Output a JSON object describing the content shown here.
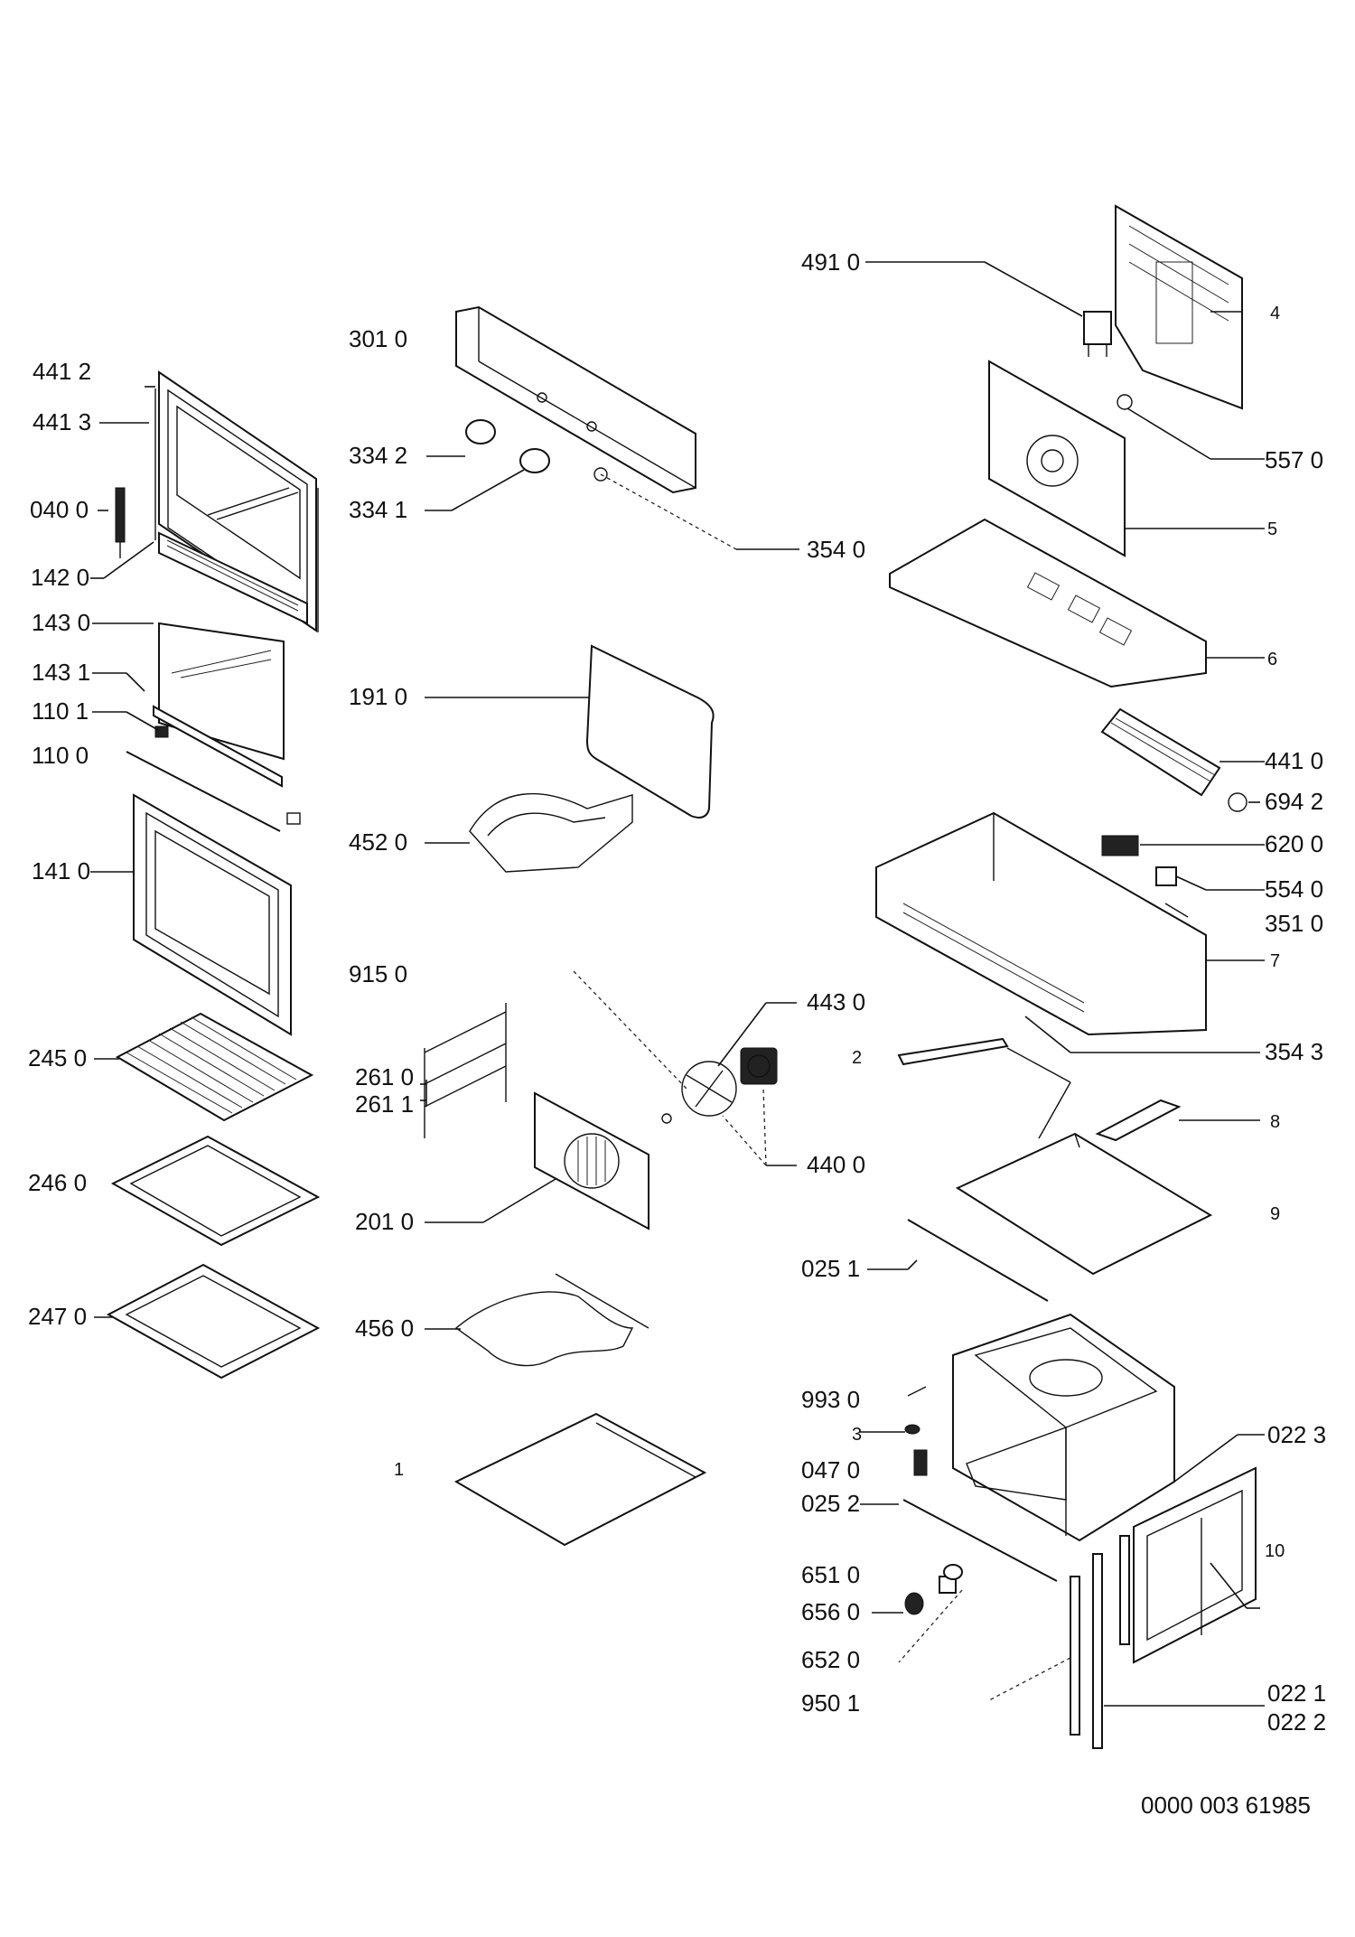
{
  "labels": {
    "l4412": "441 2",
    "l4413": "441 3",
    "l0400": "040 0",
    "l1420": "142 0",
    "l1430": "143 0",
    "l1431": "143 1",
    "l1101": "110 1",
    "l1100": "110 0",
    "l1410": "141 0",
    "l2450": "245 0",
    "l2460": "246 0",
    "l2470": "247 0",
    "l3010": "301 0",
    "l3342": "334 2",
    "l3341": "334 1",
    "l3540": "354 0",
    "l1910": "191 0",
    "l4520": "452 0",
    "l9150": "915 0",
    "l2610": "261 0",
    "l2611": "261 1",
    "l2010": "201 0",
    "l4560": "456 0",
    "l1": "1",
    "l4430": "443 0",
    "l4400": "440 0",
    "l2": "2",
    "l4910": "491 0",
    "l4": "4",
    "l5570": "557 0",
    "l5": "5",
    "l6": "6",
    "l4410": "441 0",
    "l6942": "694 2",
    "l6200": "620 0",
    "l5540": "554 0",
    "l3510": "351 0",
    "l7": "7",
    "l3543": "354 3",
    "l8": "8",
    "l9": "9",
    "l0251": "025 1",
    "l9930": "993 0",
    "l3": "3",
    "l0470": "047 0",
    "l0252": "025 2",
    "l0223": "022 3",
    "l6510": "651 0",
    "l6560": "656 0",
    "l6520": "652 0",
    "l10": "10",
    "l9501": "950 1",
    "l0221": "022 1",
    "l0222": "022 2"
  },
  "footer": {
    "code": "0000 003 61985"
  }
}
